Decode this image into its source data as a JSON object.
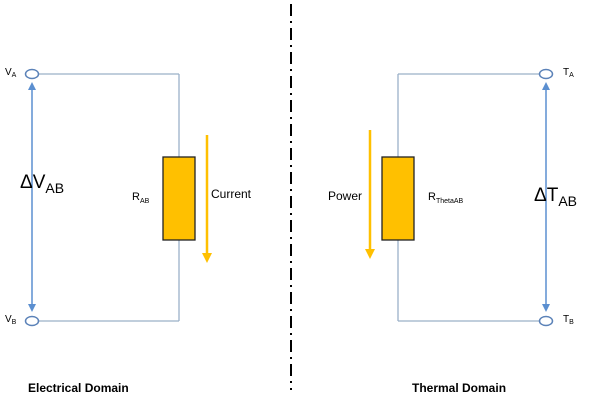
{
  "electrical": {
    "node_top": {
      "symbol": "V",
      "subscript": "A"
    },
    "node_bottom": {
      "symbol": "V",
      "subscript": "B"
    },
    "delta": {
      "symbol": "ΔV",
      "subscript": "AB"
    },
    "resistor": {
      "symbol": "R",
      "subscript": "AB"
    },
    "flow_label": "Current",
    "domain_title": "Electrical Domain"
  },
  "thermal": {
    "node_top": {
      "symbol": "T",
      "subscript": "A"
    },
    "node_bottom": {
      "symbol": "T",
      "subscript": "B"
    },
    "delta": {
      "symbol": "ΔT",
      "subscript": "AB"
    },
    "resistor": {
      "symbol": "R",
      "subscript": "ThetaAB"
    },
    "flow_label": "Power",
    "domain_title": "Thermal Domain"
  },
  "colors": {
    "wire": "#9ab0c8",
    "terminal": "#5b82b8",
    "arrow": "#5b8fd0",
    "resistor_fill": "#ffc000",
    "resistor_stroke": "#222222",
    "flow_arrow": "#ffc000",
    "divider": "#000000"
  }
}
